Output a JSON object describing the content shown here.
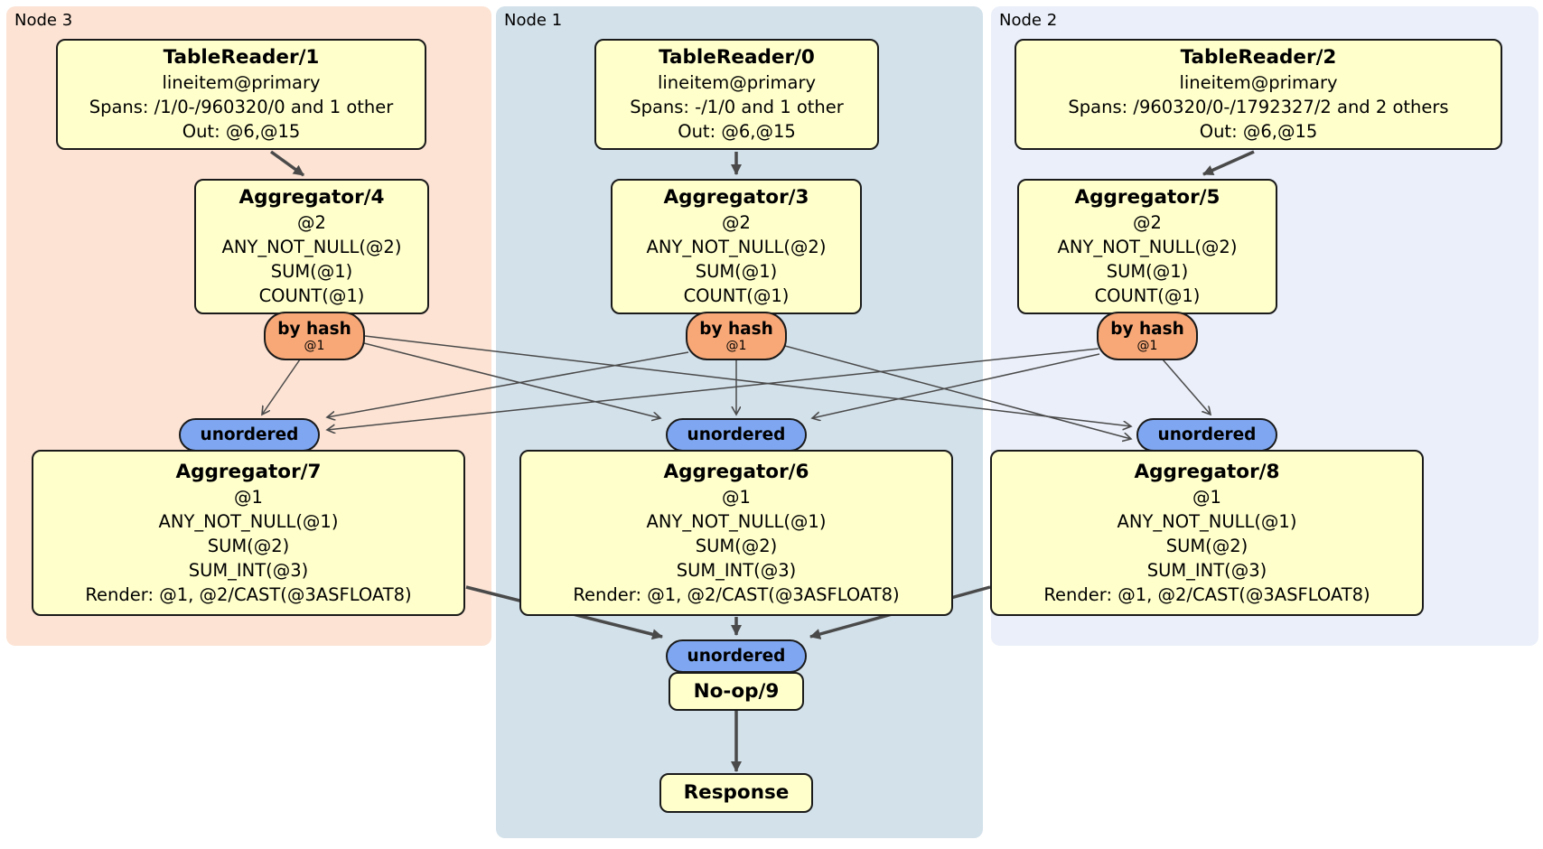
{
  "colors": {
    "node3_bg": "#FCE3D4",
    "node1_bg": "#D3E1EA",
    "node2_bg": "#EAEFF9",
    "box_bg": "#FFFFCC",
    "box_border": "#1A1A1A",
    "router_bg": "#F8A877",
    "stream_bg": "#7FA7F1",
    "edge": "#4A4A4A"
  },
  "regions": {
    "node3": {
      "label": "Node 3"
    },
    "node1": {
      "label": "Node 1"
    },
    "node2": {
      "label": "Node 2"
    }
  },
  "processors": {
    "tablereader1": {
      "title": "TableReader/1",
      "lines": [
        "lineitem@primary",
        "Spans: /1/0-/960320/0 and 1 other",
        "Out: @6,@15"
      ]
    },
    "tablereader0": {
      "title": "TableReader/0",
      "lines": [
        "lineitem@primary",
        "Spans: -/1/0 and 1 other",
        "Out: @6,@15"
      ]
    },
    "tablereader2": {
      "title": "TableReader/2",
      "lines": [
        "lineitem@primary",
        "Spans: /960320/0-/1792327/2 and 2 others",
        "Out: @6,@15"
      ]
    },
    "aggregator4": {
      "title": "Aggregator/4",
      "lines": [
        "@2",
        "ANY_NOT_NULL(@2)",
        "SUM(@1)",
        "COUNT(@1)"
      ]
    },
    "aggregator3": {
      "title": "Aggregator/3",
      "lines": [
        "@2",
        "ANY_NOT_NULL(@2)",
        "SUM(@1)",
        "COUNT(@1)"
      ]
    },
    "aggregator5": {
      "title": "Aggregator/5",
      "lines": [
        "@2",
        "ANY_NOT_NULL(@2)",
        "SUM(@1)",
        "COUNT(@1)"
      ]
    },
    "aggregator7": {
      "title": "Aggregator/7",
      "lines": [
        "@1",
        "ANY_NOT_NULL(@1)",
        "SUM(@2)",
        "SUM_INT(@3)",
        "Render: @1, @2/CAST(@3ASFLOAT8)"
      ]
    },
    "aggregator6": {
      "title": "Aggregator/6",
      "lines": [
        "@1",
        "ANY_NOT_NULL(@1)",
        "SUM(@2)",
        "SUM_INT(@3)",
        "Render: @1, @2/CAST(@3ASFLOAT8)"
      ]
    },
    "aggregator8": {
      "title": "Aggregator/8",
      "lines": [
        "@1",
        "ANY_NOT_NULL(@1)",
        "SUM(@2)",
        "SUM_INT(@3)",
        "Render: @1, @2/CAST(@3ASFLOAT8)"
      ]
    },
    "noop9": {
      "title": "No-op/9"
    },
    "response": {
      "title": "Response"
    }
  },
  "routers": {
    "by_hash4": {
      "label": "by hash",
      "detail": "@1"
    },
    "by_hash3": {
      "label": "by hash",
      "detail": "@1"
    },
    "by_hash5": {
      "label": "by hash",
      "detail": "@1"
    }
  },
  "streams": {
    "unordered7": {
      "label": "unordered"
    },
    "unordered6": {
      "label": "unordered"
    },
    "unordered8": {
      "label": "unordered"
    },
    "unordered9": {
      "label": "unordered"
    }
  },
  "edges": [
    {
      "from": "tablereader1",
      "to": "aggregator4"
    },
    {
      "from": "tablereader0",
      "to": "aggregator3"
    },
    {
      "from": "tablereader2",
      "to": "aggregator5"
    },
    {
      "from": "by_hash4",
      "to": "unordered7"
    },
    {
      "from": "by_hash4",
      "to": "unordered6"
    },
    {
      "from": "by_hash4",
      "to": "unordered8"
    },
    {
      "from": "by_hash3",
      "to": "unordered7"
    },
    {
      "from": "by_hash3",
      "to": "unordered6"
    },
    {
      "from": "by_hash3",
      "to": "unordered8"
    },
    {
      "from": "by_hash5",
      "to": "unordered7"
    },
    {
      "from": "by_hash5",
      "to": "unordered6"
    },
    {
      "from": "by_hash5",
      "to": "unordered8"
    },
    {
      "from": "aggregator7",
      "to": "unordered9"
    },
    {
      "from": "aggregator6",
      "to": "unordered9"
    },
    {
      "from": "aggregator8",
      "to": "unordered9"
    },
    {
      "from": "noop9",
      "to": "response"
    }
  ]
}
